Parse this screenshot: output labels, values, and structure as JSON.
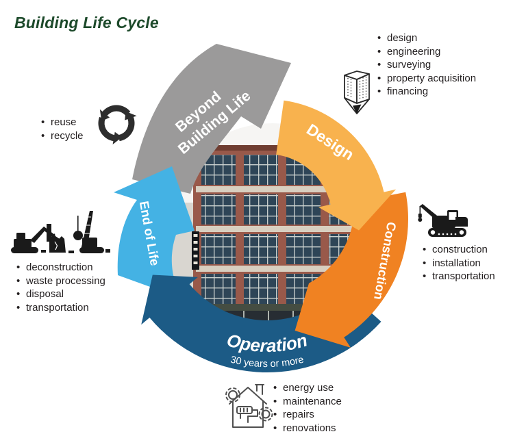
{
  "title": "Building Life Cycle",
  "colors": {
    "title_green": "#1D4A2B",
    "beyond_gray": "#9B9A9A",
    "design_yellow": "#F8B24E",
    "construction_orange": "#F08222",
    "operation_blue": "#1C5B86",
    "end_of_life_blue": "#44B2E4",
    "list_text": "#231F20"
  },
  "stages": {
    "design": {
      "label": "Design"
    },
    "construction": {
      "label": "Construction"
    },
    "operation": {
      "label": "Operation",
      "duration": "30 years or more"
    },
    "end_of_life": {
      "label": "End of Life"
    },
    "beyond": {
      "line1": "Beyond",
      "line2": "Building Life"
    }
  },
  "lists": {
    "design": {
      "icon": "pencil-icon",
      "items": [
        "design",
        "engineering",
        "surveying",
        "property acquisition",
        "financing"
      ]
    },
    "construction": {
      "icon": "crane-icon",
      "items": [
        "construction",
        "installation",
        "transportation"
      ]
    },
    "operation": {
      "icon": "house-renovation-icon",
      "items": [
        "energy use",
        "maintenance",
        "repairs",
        "renovations"
      ]
    },
    "end_of_life": {
      "icon": "demolition-icon",
      "items": [
        "deconstruction",
        "waste processing",
        "disposal",
        "transportation"
      ]
    },
    "beyond": {
      "icon": "recycle-icon",
      "items": [
        "reuse",
        "recycle"
      ]
    }
  }
}
